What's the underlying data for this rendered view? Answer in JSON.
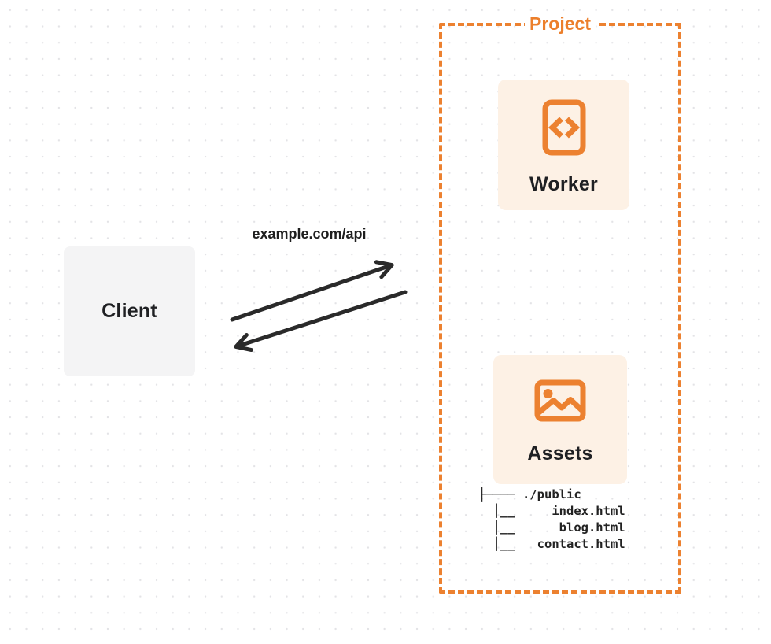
{
  "canvas": {
    "client": {
      "label": "Client"
    },
    "arrow_label": "example.com/api",
    "arrows": [
      {
        "name": "request-arrow",
        "direction": "client-to-project"
      },
      {
        "name": "response-arrow",
        "direction": "project-to-client"
      }
    ],
    "project": {
      "title": "Project",
      "nodes": [
        {
          "label": "Worker",
          "icon": "code-file-icon"
        },
        {
          "label": "Assets",
          "icon": "image-icon"
        }
      ],
      "file_tree_text": "├──── ./public\n  │__     index.html\n  │__      blog.html\n  │__   contact.html"
    },
    "colors": {
      "accent_orange": "#ec8130",
      "node_fill_cream": "#fdf1e5",
      "client_fill_gray": "#f4f4f5",
      "arrow_dark": "#2a2a2a",
      "text_dark": "#1f2023",
      "dot_grid": "#e3e3e6",
      "background": "#ffffff"
    }
  }
}
